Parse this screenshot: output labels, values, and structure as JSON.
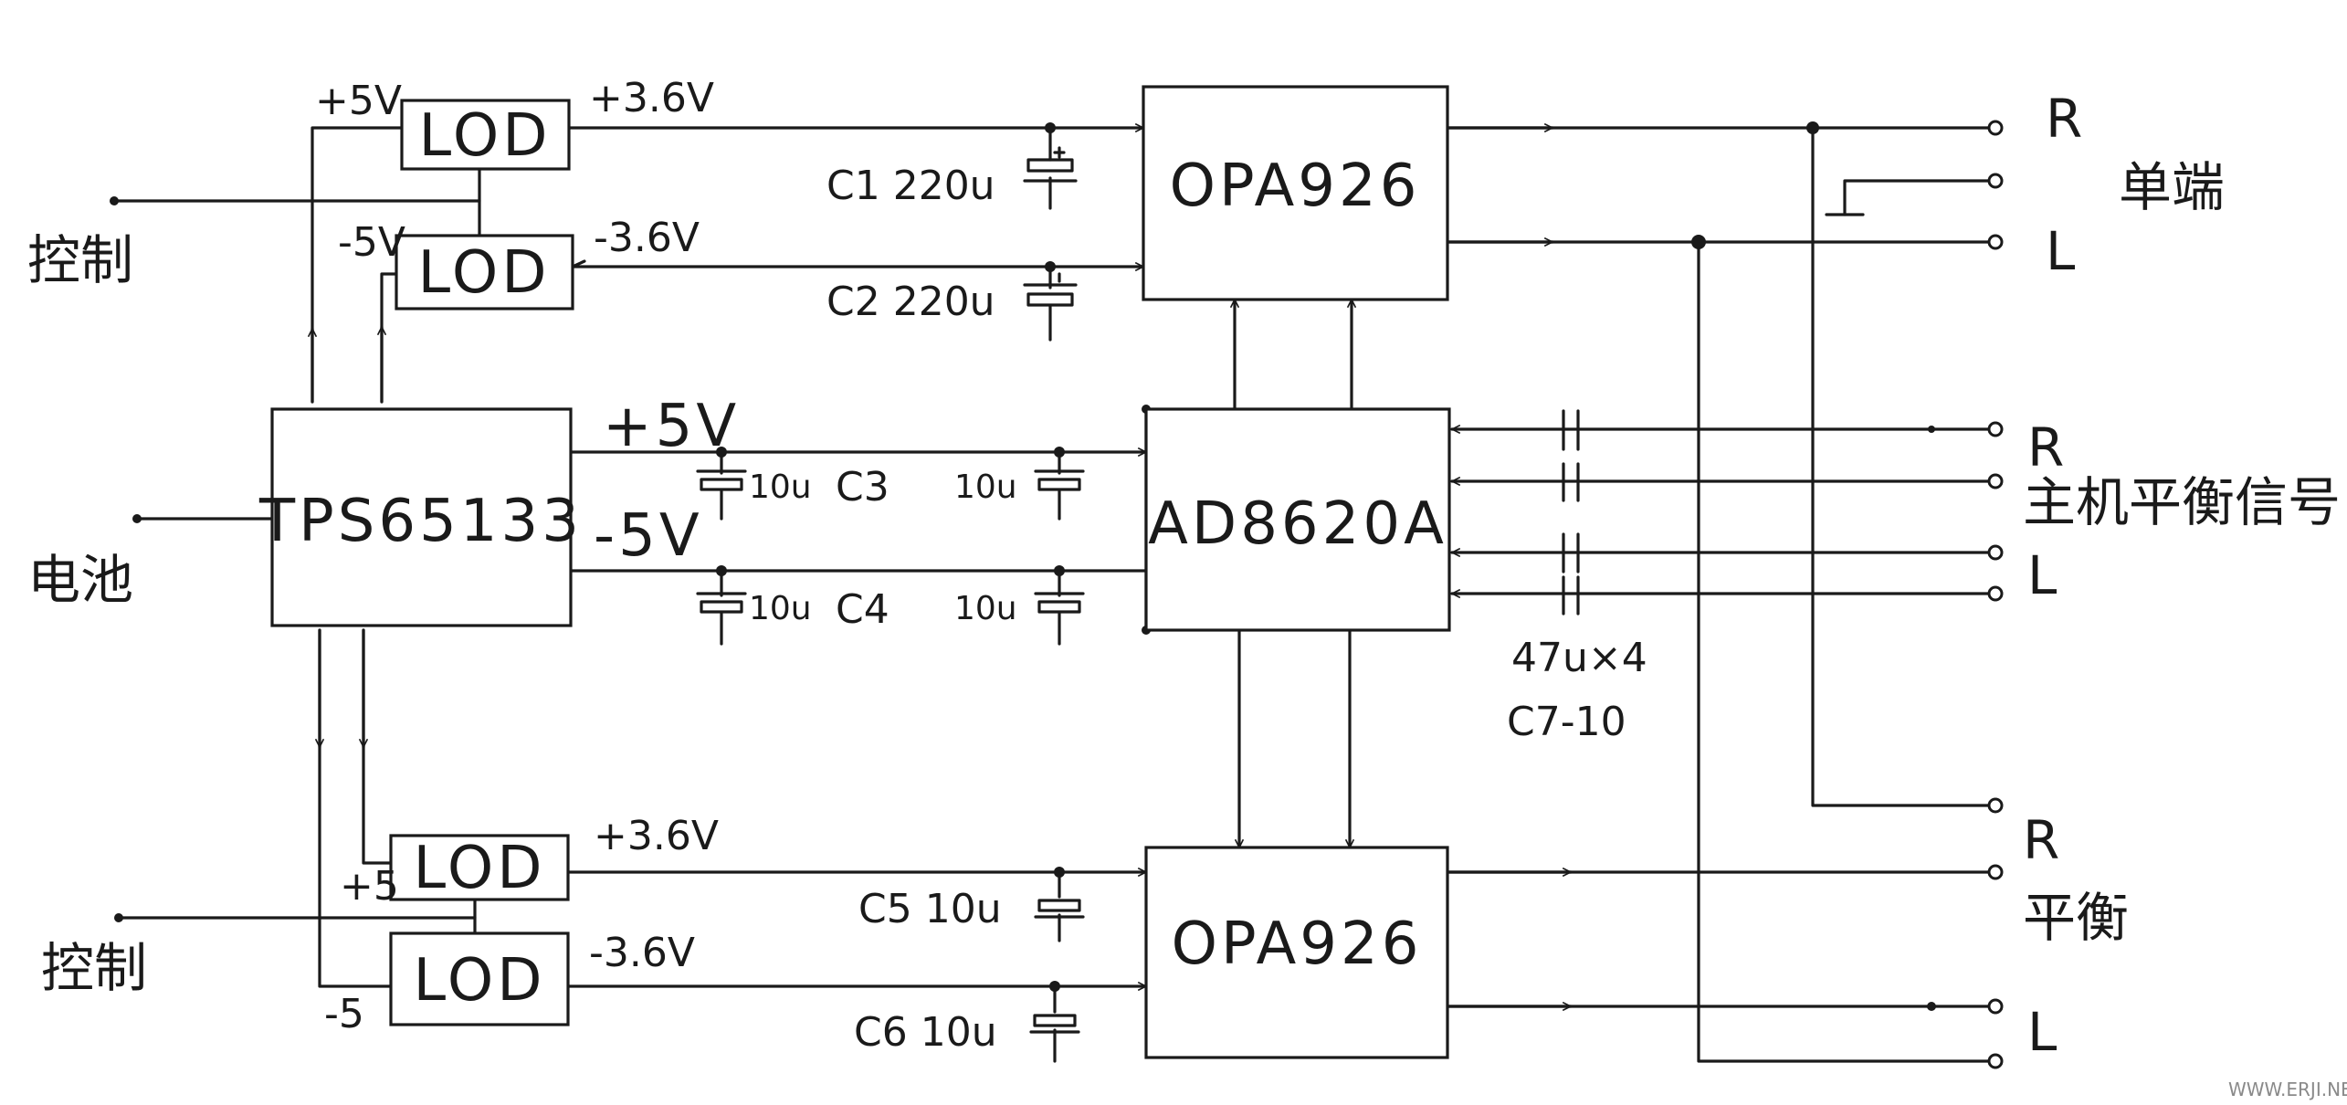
{
  "diagram": {
    "blocks": {
      "lod_top_pos": "LOD",
      "lod_top_neg": "LOD",
      "lod_bot_pos": "LOD",
      "lod_bot_neg": "LOD",
      "opa_top": "OPA926",
      "opa_bottom": "OPA926",
      "ad8620": "AD8620A",
      "tps": "TPS65133"
    },
    "labels": {
      "control_top": "控制",
      "control_bottom": "控制",
      "battery": "电池",
      "single_ended": "单端",
      "host_balanced": "主机平衡信号",
      "balanced": "平衡"
    },
    "voltages": {
      "top_plus5": "+5V",
      "top_plus36": "+3.6V",
      "top_minus5": "-5V",
      "top_minus36": "-3.6V",
      "tps_plus5": "+5V",
      "tps_minus5": "-5V",
      "bot_plus36": "+3.6V",
      "bot_plus5": "+5",
      "bot_minus36": "-3.6V",
      "bot_minus5": "-5"
    },
    "capacitors": {
      "c1": "C1  220u",
      "c2": "C2  220u",
      "c3_left": "10u",
      "c3_mid": "C3",
      "c3_right": "10u",
      "c4_left": "10u",
      "c4_mid": "C4",
      "c4_right": "10u",
      "c5": "C5  10u",
      "c6": "C6  10u",
      "c7_10_value": "47u×4",
      "c7_10_name": "C7-10"
    },
    "channels": {
      "single_r": "R",
      "single_l": "L",
      "host_r": "R",
      "host_l": "L",
      "bal_r": "R",
      "bal_l": "L"
    },
    "watermark": "WWW.ERJI.NET",
    "colors": {
      "ink": "#1a1a1a",
      "paper": "#ffffff"
    }
  }
}
